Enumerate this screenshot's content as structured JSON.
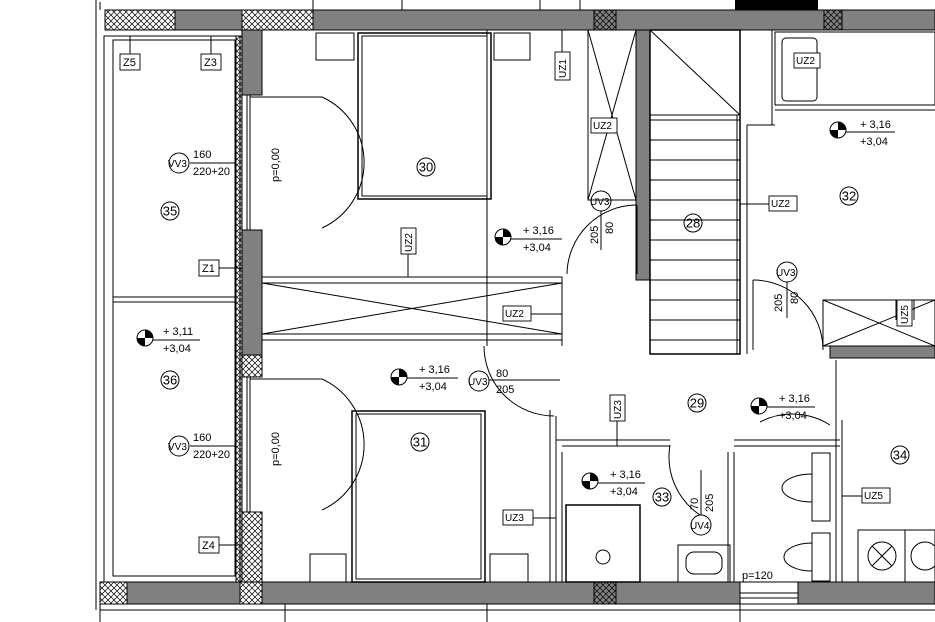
{
  "rooms": [
    {
      "id": "r28",
      "number": "28"
    },
    {
      "id": "r29",
      "number": "29"
    },
    {
      "id": "r30",
      "number": "30"
    },
    {
      "id": "r31",
      "number": "31"
    },
    {
      "id": "r32",
      "number": "32"
    },
    {
      "id": "r33",
      "number": "33"
    },
    {
      "id": "r34",
      "number": "34"
    },
    {
      "id": "r35",
      "number": "35"
    },
    {
      "id": "r36",
      "number": "36"
    }
  ],
  "tags": {
    "z5": "Z5",
    "z3": "Z3",
    "z1": "Z1",
    "z4": "Z4",
    "uz1": "UZ1",
    "uz2": "UZ2",
    "uz3": "UZ3",
    "uz5": "UZ5"
  },
  "openings": {
    "uv3": "UV3",
    "vv3": "VV3",
    "uv4": "UV4",
    "w160": "160",
    "h220": "220+20",
    "w80": "80",
    "h205": "205",
    "w70": "70",
    "p000": "p=0,00",
    "p120": "p=120"
  },
  "levels": {
    "l316": "+ 3,16",
    "l304": "+3,04",
    "l311": "+ 3,11"
  }
}
